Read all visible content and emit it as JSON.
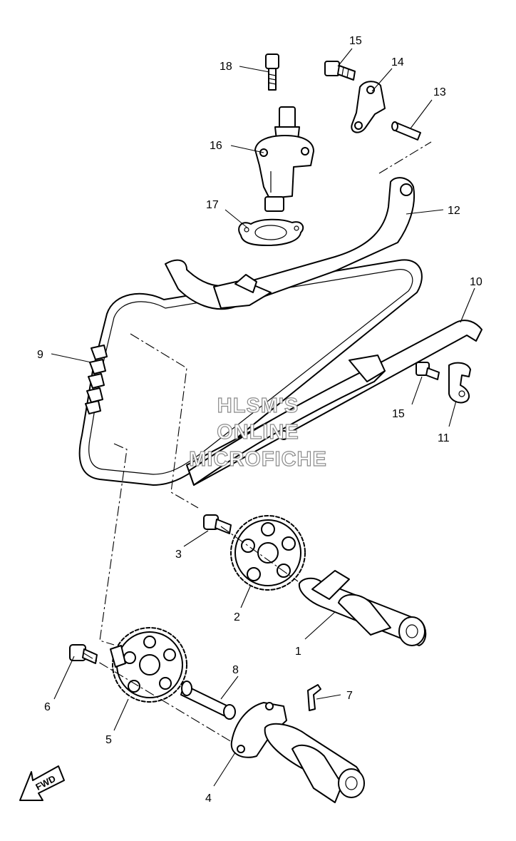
{
  "callouts": {
    "c1": "1",
    "c2": "2",
    "c3": "3",
    "c4": "4",
    "c5": "5",
    "c6": "6",
    "c7": "7",
    "c8": "8",
    "c9": "9",
    "c10": "10",
    "c11": "11",
    "c12": "12",
    "c13": "13",
    "c14": "14",
    "c15a": "15",
    "c15b": "15",
    "c16": "16",
    "c17": "17",
    "c18": "18"
  },
  "watermark": {
    "line1": "HLSM'S",
    "line2": "ONLINE",
    "line3": "MICROFICHE"
  },
  "fwd_label": "FWD"
}
